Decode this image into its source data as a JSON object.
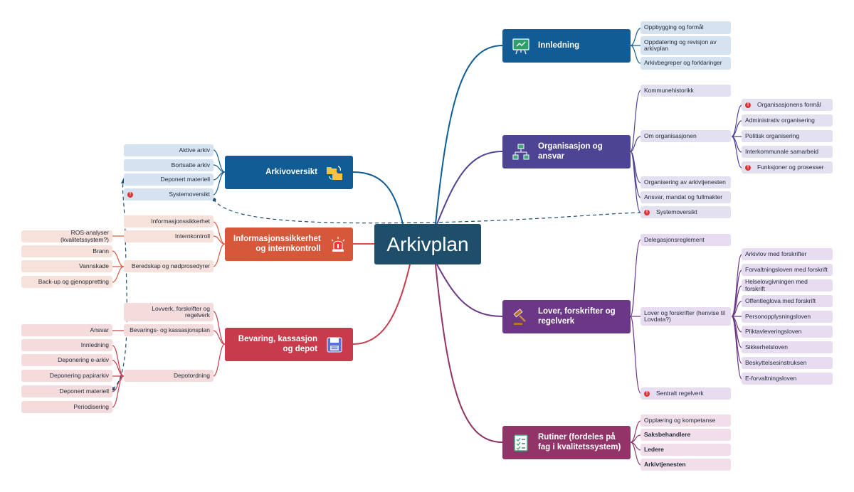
{
  "central": "Arkivplan",
  "branches": {
    "innledning": {
      "label": "Innledning",
      "color": "#115c94",
      "icon": "presentation-board-icon",
      "items": [
        "Oppbygging og formål",
        "Oppdatering og revisjon av arkivplan",
        "Arkivbegreper og forklaringer"
      ]
    },
    "organisasjon": {
      "label": "Organisasjon og ansvar",
      "color": "#4d4494",
      "icon": "org-chart-icon",
      "items": [
        "Kommunehistorikk",
        "Om organisasjonen",
        "Organisering av arkivtjenesten",
        "Ansvar, mandat og fullmakter",
        "Systemoversikt"
      ],
      "om_org_items": [
        "Organisasjonens formål",
        "Administrativ organisering",
        "Politisk organisering",
        "Interkommunale samarbeid",
        "Funksjoner og prosesser"
      ]
    },
    "lover": {
      "label": "Lover, forskrifter og regelverk",
      "color": "#6c3786",
      "icon": "gavel-icon",
      "items": [
        "Delegasjonsreglement",
        "Lover og forskrifter (henvise til Lovdata?)",
        "Sentralt regelverk"
      ],
      "lover_items": [
        "Arkivlov med forskrifter",
        "Forvaltningsloven med forskrift",
        "Helselovgivningen med forskrift",
        "Offentleglova med forskrift",
        "Personopplysningsloven",
        "Pliktavleveringsloven",
        "Sikkerhetsloven",
        "Beskyttelsesinstruksen",
        "E-forvaltningsloven"
      ]
    },
    "rutiner": {
      "label": "Rutiner (fordeles på fag i kvalitetssystem)",
      "color": "#913467",
      "icon": "checklist-icon",
      "items": [
        "Opplæring og kompetanse",
        "Saksbehandlere",
        "Ledere",
        "Arkivtjenesten"
      ]
    },
    "arkivoversikt": {
      "label": "Arkivoversikt",
      "color": "#115c94",
      "icon": "folders-icon",
      "items": [
        "Aktive arkiv",
        "Bortsatte arkiv",
        "Deponert materiell",
        "Systemoversikt"
      ]
    },
    "infosik": {
      "label": "Informasjonssikkerhet og internkontroll",
      "color": "#d6573a",
      "icon": "alarm-light-icon",
      "items": [
        "Informasjonssikkerhet",
        "Internkontroll",
        "Beredskap og nødprosedyrer"
      ],
      "internkontroll_items": [
        "ROS-analyser (kvalitetssystem?)"
      ],
      "beredskap_items": [
        "Brann",
        "Vannskade",
        "Back-up og gjenoppretting"
      ]
    },
    "bevaring": {
      "label": "Bevaring, kassasjon og depot",
      "color": "#c83b4c",
      "icon": "floppy-disk-icon",
      "items": [
        "Lovverk, forskrifter og regelverk",
        "Bevarings- og kassasjonsplan",
        "Depotordning"
      ],
      "plan_items": [
        "Ansvar"
      ],
      "depot_items": [
        "Innledning",
        "Deponering e-arkiv",
        "Deponering papirarkiv",
        "Deponert materiell",
        "Periodisering"
      ]
    }
  },
  "warning_mark": "!",
  "colors": {
    "sub_blue": "#d4e3ef",
    "sub_purple": "#e3e0ef",
    "sub_violet": "#e8ddf0",
    "sub_plum": "#f1dee9",
    "sub_orange": "#f6e1db",
    "sub_red": "#f4dcdd",
    "wire_blue": "#115c94",
    "wire_indigo": "#4d4494",
    "wire_violet": "#6c3786",
    "wire_plum": "#913467",
    "wire_orange": "#d6573a",
    "wire_red": "#c83b4c",
    "dashed": "#1f4e6b",
    "warning": "#e03434"
  }
}
